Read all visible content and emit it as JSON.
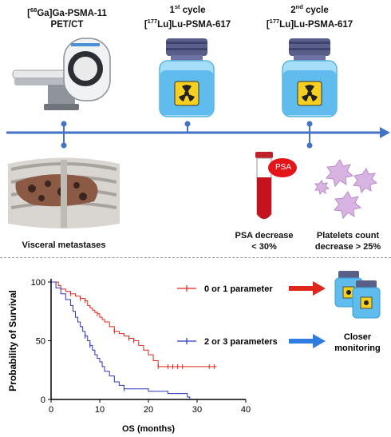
{
  "steps": {
    "pet": {
      "sup": "68",
      "pre": "[",
      "post": "Ga]Ga-PSMA-11",
      "line2": "PET/CT"
    },
    "cycle1": {
      "sup1": "st",
      "num": "1",
      "word": " cycle",
      "pre": "[",
      "sup2": "177",
      "post": "Lu]Lu-PSMA-617"
    },
    "cycle2": {
      "sup1": "nd",
      "num": "2",
      "word": " cycle",
      "pre": "[",
      "sup2": "177",
      "post": "Lu]Lu-PSMA-617"
    }
  },
  "findings": {
    "visceral": "Visceral metastases",
    "psa_badge": "PSA",
    "psa_line1": "PSA decrease",
    "psa_line2": "< 30%",
    "platelets_line1": "Platelets count",
    "platelets_line2": "decrease > 25%"
  },
  "legend": {
    "low": "0 or 1 parameter",
    "high": "2 or 3 parameters",
    "monitor_line1": "Closer",
    "monitor_line2": "monitoring"
  },
  "colors": {
    "timeline": "#4472c4",
    "low": "#e0261c",
    "high": "#2a35b8",
    "arrow_blue": "#2f7de0"
  },
  "chart_data": {
    "type": "line",
    "xlabel": "OS (months)",
    "ylabel": "Probability of Survival",
    "xlim": [
      0,
      40
    ],
    "ylim": [
      0,
      100
    ],
    "xticks": [
      0,
      10,
      20,
      30,
      40
    ],
    "yticks": [
      0,
      50,
      100
    ],
    "series": [
      {
        "name": "0 or 1 parameter",
        "color": "#e0261c",
        "x": [
          0,
          1.5,
          2,
          3,
          4,
          5,
          6,
          7,
          7.5,
          8,
          8.5,
          9,
          9.5,
          10,
          10.5,
          11,
          12,
          13,
          14,
          15,
          16,
          17,
          18,
          19,
          20,
          21,
          22,
          34
        ],
        "y": [
          100,
          97,
          94,
          92,
          90,
          88,
          86,
          84,
          80,
          78,
          76,
          74,
          73,
          70,
          68,
          66,
          62,
          58,
          56,
          54,
          52,
          50,
          46,
          42,
          38,
          33,
          28,
          28
        ],
        "censor_x": [
          4,
          6,
          7,
          9.5,
          13,
          16,
          17,
          22,
          24,
          25,
          26,
          27,
          32.5,
          33.5
        ]
      },
      {
        "name": "2 or 3 parameters",
        "color": "#2a35b8",
        "x": [
          0,
          1,
          2,
          3,
          4,
          4.5,
          5,
          5.5,
          6,
          6.5,
          7,
          7.5,
          8,
          8.5,
          9,
          9.5,
          10,
          10.5,
          11,
          12,
          13,
          14,
          15,
          20,
          24,
          28,
          28.5
        ],
        "y": [
          100,
          95,
          90,
          85,
          80,
          75,
          70,
          66,
          62,
          58,
          54,
          50,
          46,
          42,
          38,
          35,
          32,
          28,
          24,
          20,
          15,
          12,
          9,
          7,
          5,
          2,
          0
        ],
        "censor_x": [
          7,
          8,
          15
        ]
      }
    ]
  }
}
